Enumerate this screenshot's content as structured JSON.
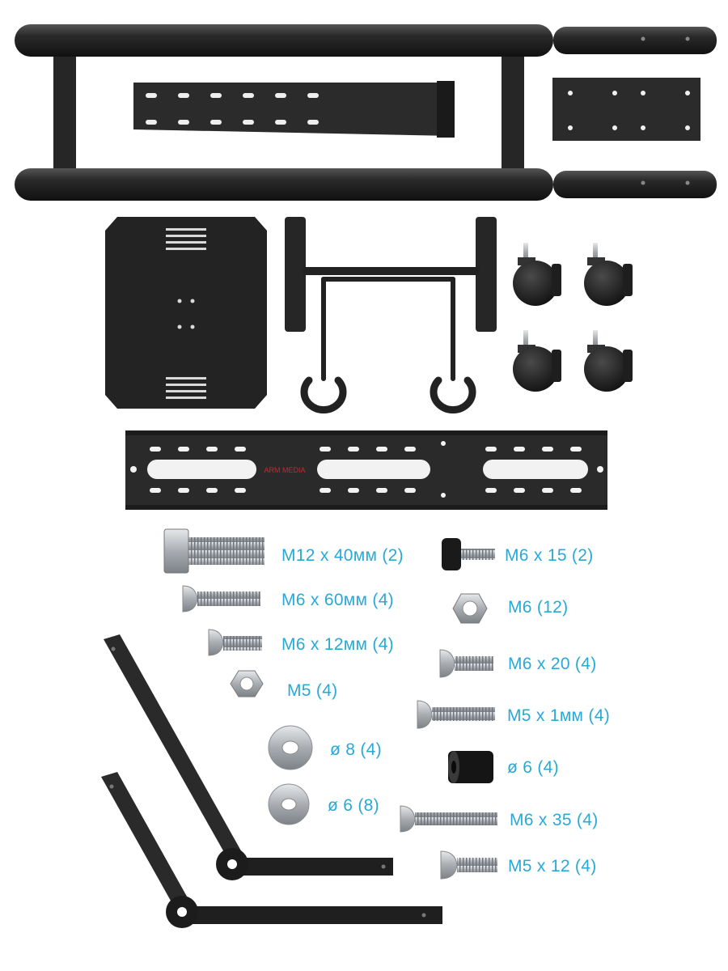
{
  "brand_mark": "ARM MEDIA",
  "colors": {
    "metal_black": "#1f1f1f",
    "metal_dark": "#2b2b2b",
    "steel": "#b9bcc0",
    "label_blue": "#29a9d6",
    "brand_red": "#d2232a"
  },
  "parts": [
    {
      "id": "bolt-m12x40",
      "label": "M12 x 40мм (2)"
    },
    {
      "id": "bolt-m6x60",
      "label": "M6 x 60мм (4)"
    },
    {
      "id": "bolt-m6x12",
      "label": "M6 x 12мм (4)"
    },
    {
      "id": "nut-m5",
      "label": "M5 (4)"
    },
    {
      "id": "washer-8",
      "label": "ø 8 (4)"
    },
    {
      "id": "washer-6",
      "label": "ø 6 (8)"
    },
    {
      "id": "thumbscrew-m6x15",
      "label": "M6 x 15 (2)"
    },
    {
      "id": "nut-m6",
      "label": "M6 (12)"
    },
    {
      "id": "bolt-m6x20",
      "label": "M6 x 20 (4)"
    },
    {
      "id": "bolt-m5x1",
      "label": "M5 x 1мм (4)"
    },
    {
      "id": "spacer-6",
      "label": "ø 6 (4)"
    },
    {
      "id": "bolt-m6x35",
      "label": "M6 x 35 (4)"
    },
    {
      "id": "bolt-m5x12",
      "label": "M5 x 12 (4)"
    }
  ]
}
